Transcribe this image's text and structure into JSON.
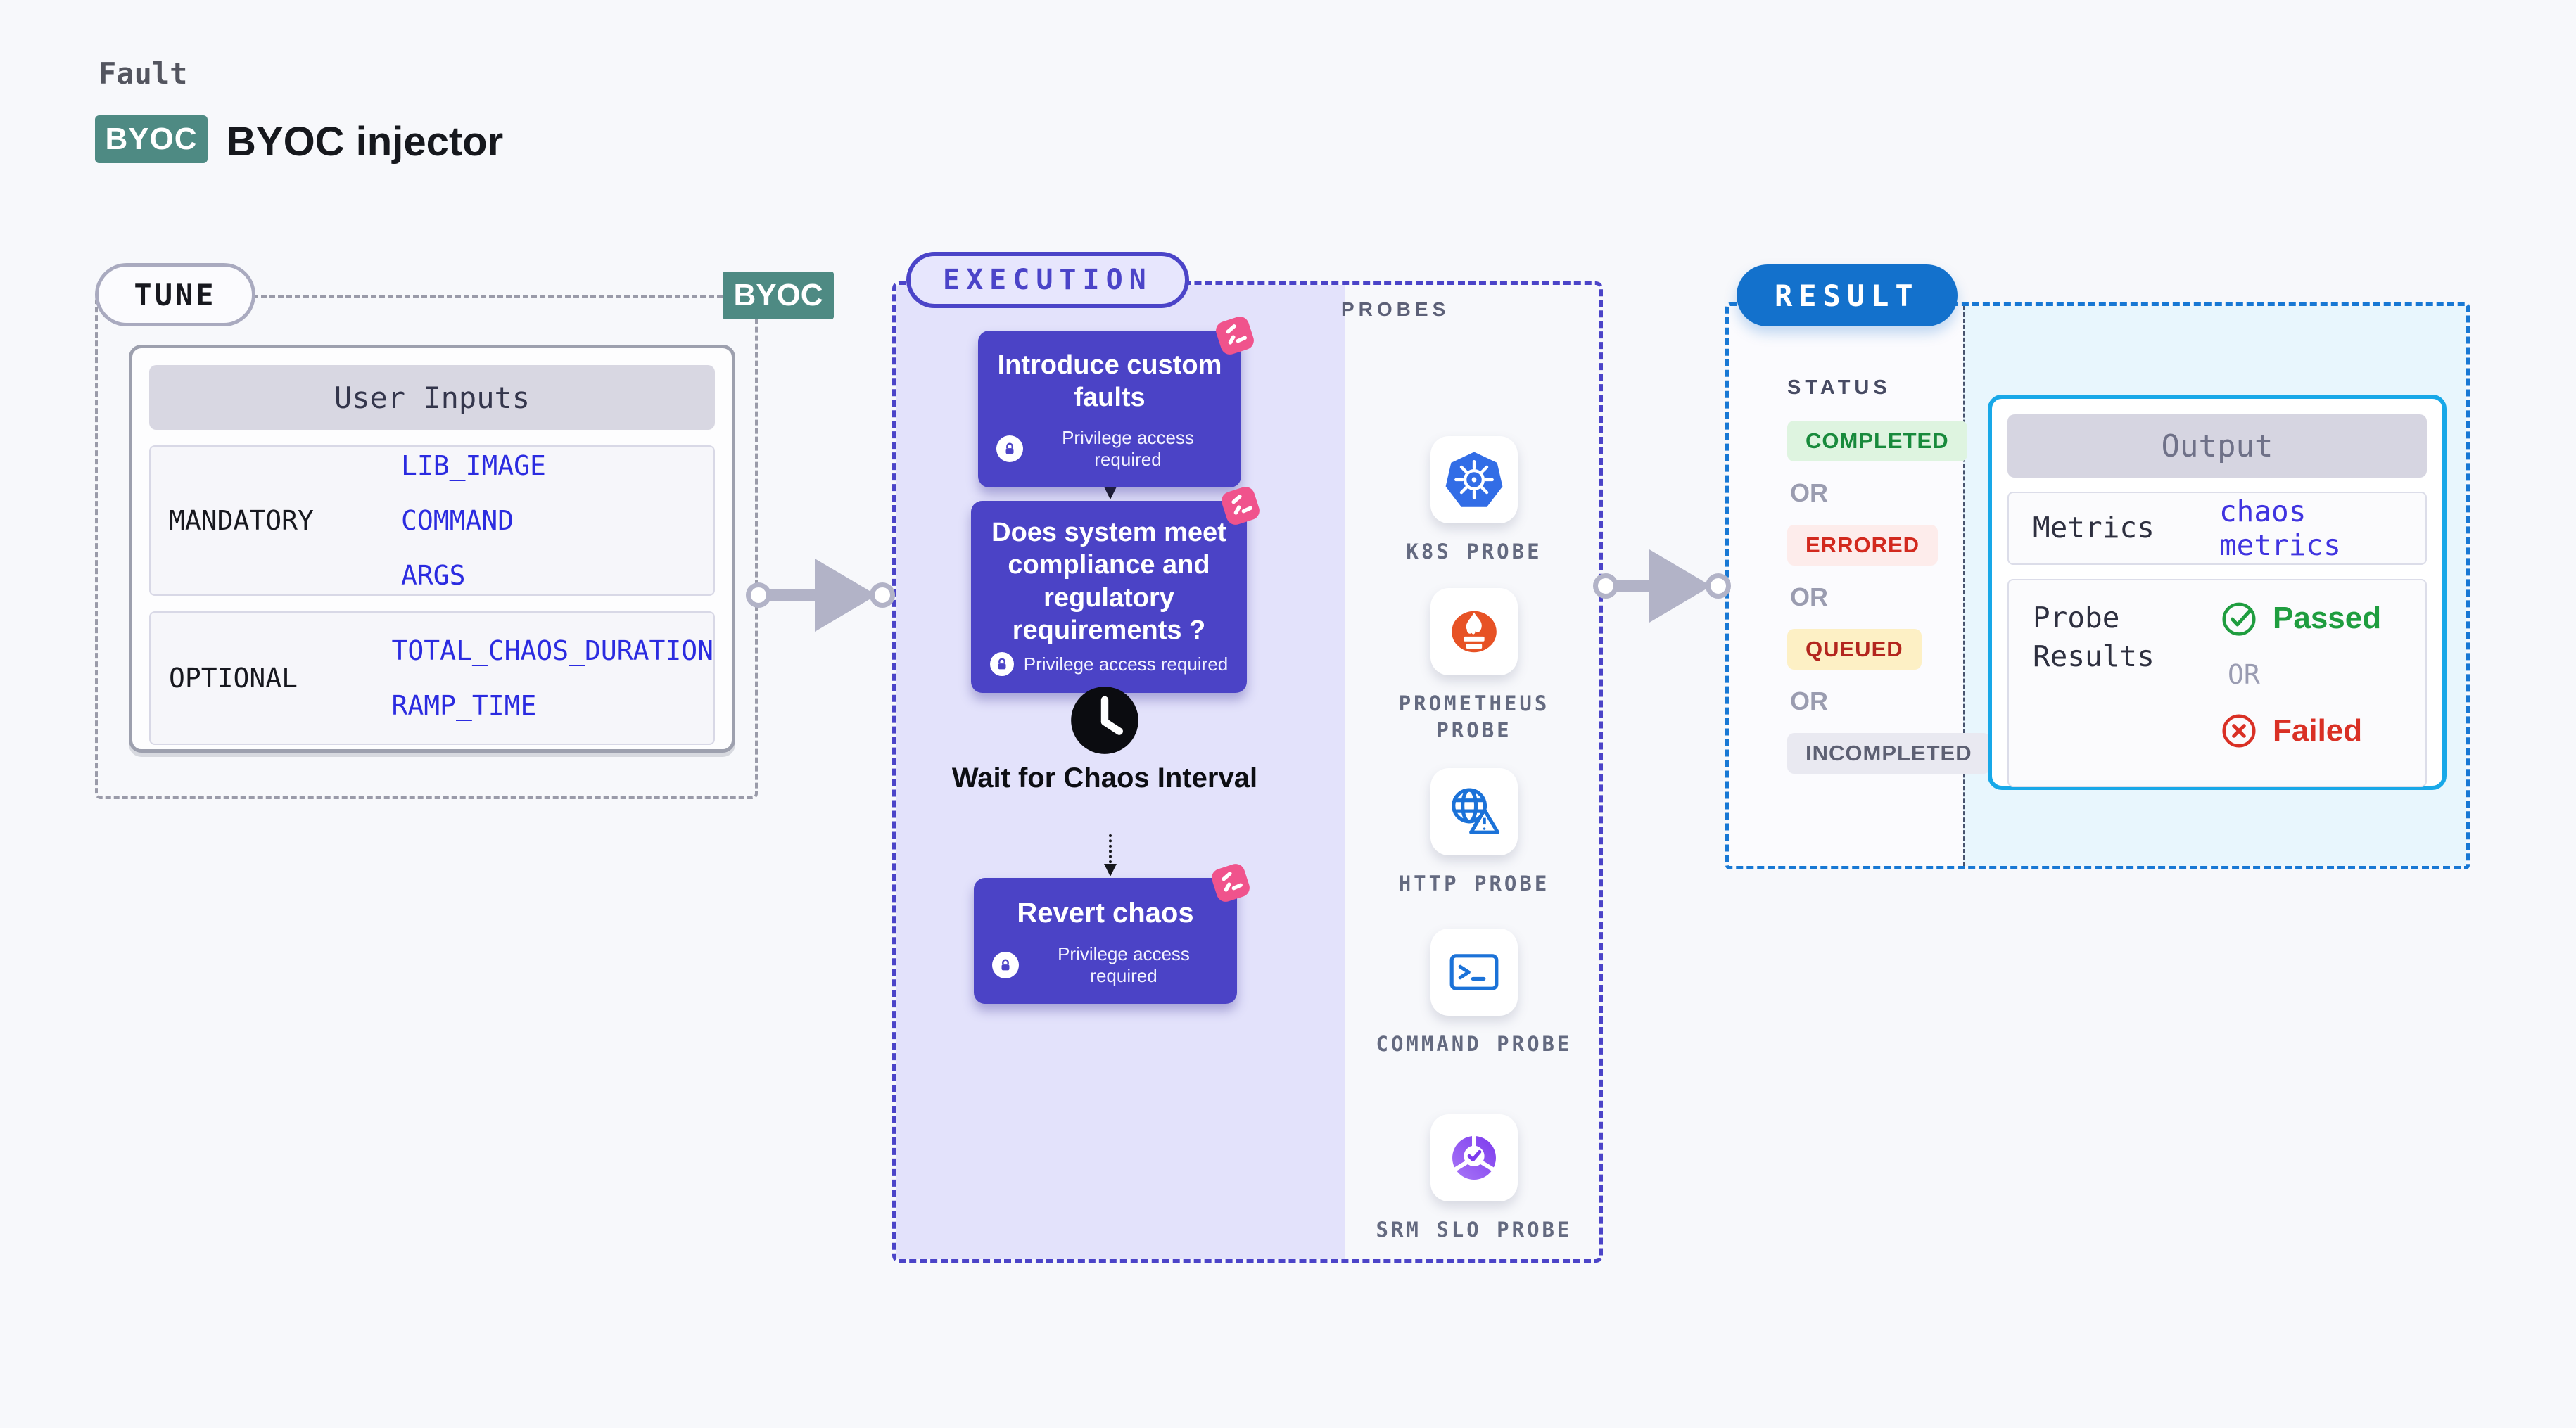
{
  "page": {
    "category_label": "Fault",
    "badge": "BYOC",
    "title": "BYOC injector"
  },
  "tune": {
    "label": "TUNE",
    "corner_badge": "BYOC",
    "table": {
      "header": "User Inputs",
      "rows": [
        {
          "label": "MANDATORY",
          "values": [
            "LIB_IMAGE",
            "COMMAND",
            "ARGS"
          ]
        },
        {
          "label": "OPTIONAL",
          "values": [
            "TOTAL_CHAOS_DURATION",
            "RAMP_TIME"
          ]
        }
      ]
    }
  },
  "execution": {
    "label": "EXECUTION",
    "steps": [
      {
        "title": "Introduce custom faults",
        "note": "Privilege access required"
      },
      {
        "title": "Does system meet compliance and regulatory requirements ?",
        "note": "Privilege access required"
      },
      {
        "title": "Wait for Chaos Interval"
      },
      {
        "title": "Revert chaos",
        "note": "Privilege access required"
      }
    ],
    "probes": {
      "label": "PROBES",
      "items": [
        {
          "name": "K8S PROBE",
          "icon": "kubernetes-icon"
        },
        {
          "name": "PROMETHEUS PROBE",
          "icon": "prometheus-icon"
        },
        {
          "name": "HTTP PROBE",
          "icon": "globe-alert-icon"
        },
        {
          "name": "COMMAND PROBE",
          "icon": "terminal-icon"
        },
        {
          "name": "SRM SLO PROBE",
          "icon": "slo-donut-check-icon"
        }
      ]
    }
  },
  "result": {
    "label": "RESULT",
    "status": {
      "label": "STATUS",
      "items": [
        {
          "text": "COMPLETED",
          "kind": "green",
          "color": "#188a3c",
          "bg": "#def4e0"
        },
        {
          "text": "OR",
          "kind": "or"
        },
        {
          "text": "ERRORED",
          "kind": "red",
          "color": "#d2291e",
          "bg": "#fdeceb"
        },
        {
          "text": "OR",
          "kind": "or"
        },
        {
          "text": "QUEUED",
          "kind": "yellow",
          "color": "#b3261e",
          "bg": "#fdf0c5"
        },
        {
          "text": "OR",
          "kind": "or"
        },
        {
          "text": "INCOMPLETED",
          "kind": "gray",
          "color": "#5d6073",
          "bg": "#e9e9f1"
        }
      ]
    },
    "output": {
      "header": "Output",
      "metrics_label": "Metrics",
      "metrics_value": "chaos metrics",
      "probe_results_label": "Probe Results",
      "passed": "Passed",
      "or": "OR",
      "failed": "Failed"
    }
  },
  "colors": {
    "accent_indigo": "#4b43c6",
    "accent_teal": "#4e8a83",
    "accent_blue": "#1371cc",
    "accent_cyan": "#18a8e8",
    "accent_pink": "#f0538c",
    "value_blue": "#2b2be0",
    "passed_green": "#1f9d3f",
    "failed_red": "#d93025"
  }
}
